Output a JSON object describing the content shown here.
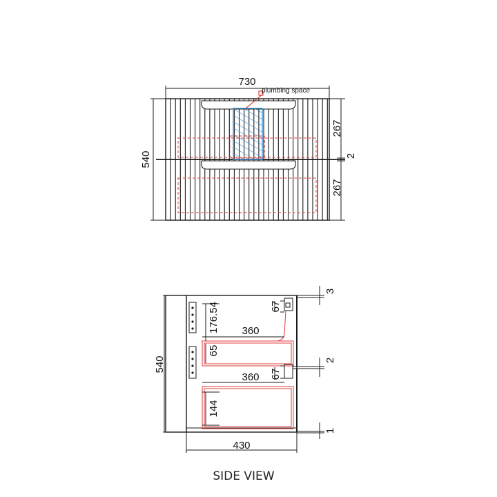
{
  "front_view": {
    "width_label": "730",
    "height_label": "540",
    "upper_drawer_label": "267",
    "lower_drawer_label": "267",
    "gap_label": "2",
    "plumbing_label": "plumbing space"
  },
  "side_view": {
    "height_label": "540",
    "depth_label": "430",
    "upper_drawer_depth_label": "360",
    "lower_drawer_depth_label": "360",
    "upper_offset_label": "67",
    "lower_offset_label": "67",
    "upper_drawer_height_label": "176.54",
    "upper_inner_label": "65",
    "lower_drawer_height_label": "144",
    "gap_top_label": "3",
    "gap_mid_label": "2",
    "gap_bottom_label": "1",
    "caption": "SIDE VIEW"
  },
  "colors": {
    "line": "#1a1a1a",
    "hidden_red": "#e23b3b",
    "plumbing_blue": "#2f8fd8",
    "leader_red": "#d81e1e"
  }
}
